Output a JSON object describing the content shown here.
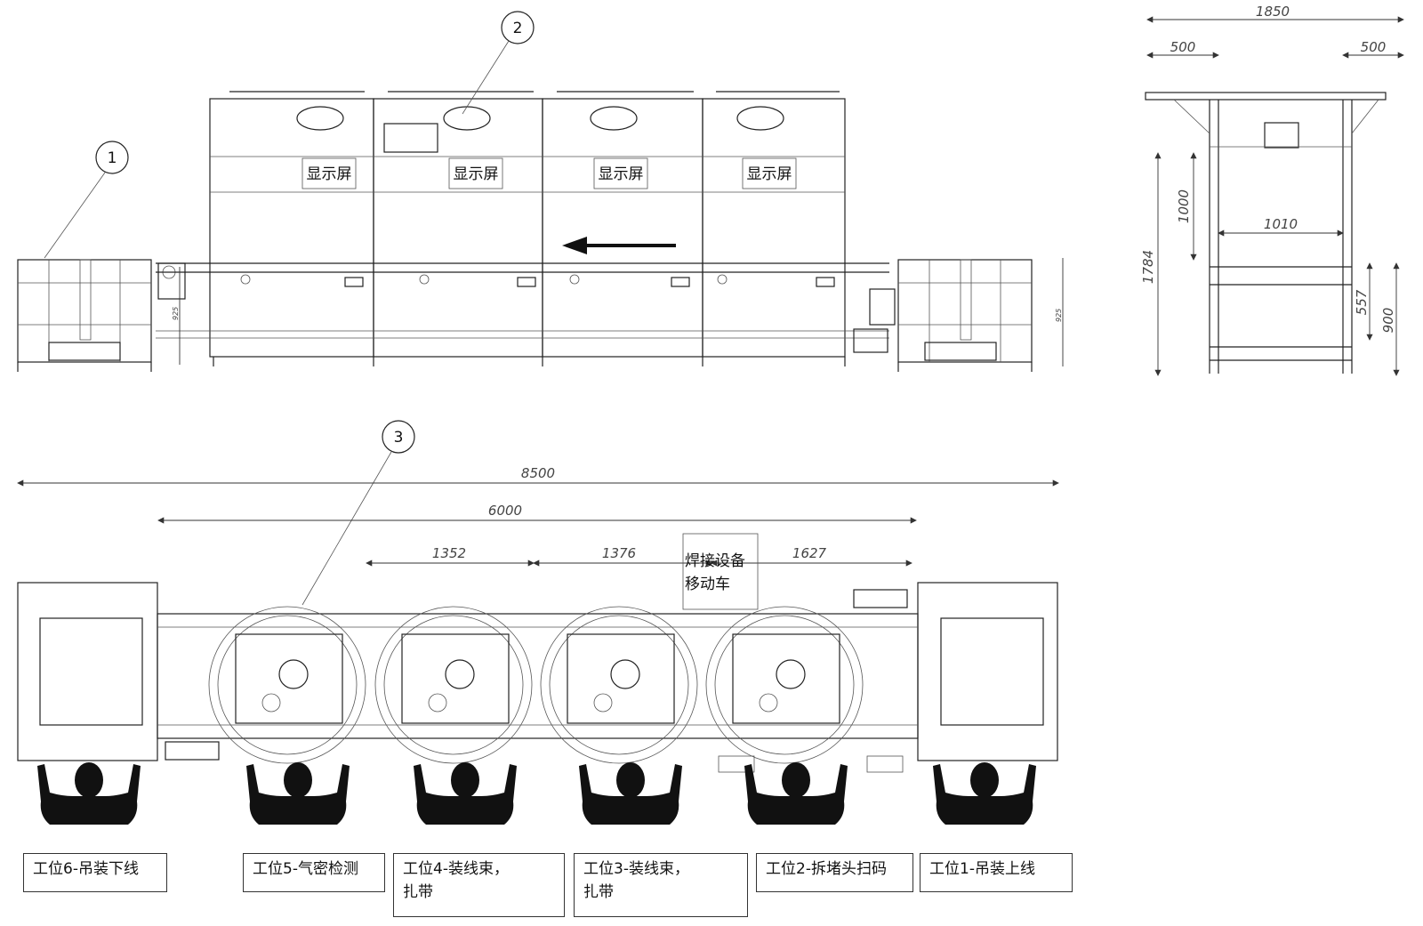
{
  "callouts": [
    "1",
    "2",
    "3"
  ],
  "screen_label": "显示屏",
  "front_view_dims": {
    "small_height": "925",
    "right_height": "925"
  },
  "side_view_dims": {
    "overall_width": "1850",
    "left_offset": "500",
    "right_offset": "500",
    "inner_width": "1010",
    "overall_height": "1784",
    "upper_height": "1000",
    "table_height": "900",
    "shelf_height": "557"
  },
  "plan_dims": {
    "overall_length": "8500",
    "conveyor_length": "6000",
    "pitch_1": "1352",
    "pitch_2": "1376",
    "pitch_3": "1627"
  },
  "welding_cart_label_line1": "焊接设备",
  "welding_cart_label_line2": "移动车",
  "stations": [
    {
      "line1": "工位6-吊装下线",
      "line2": ""
    },
    {
      "line1": "工位5-气密检测",
      "line2": ""
    },
    {
      "line1": "工位4-装线束，",
      "line2": "扎带"
    },
    {
      "line1": "工位3-装线束，",
      "line2": "扎带"
    },
    {
      "line1": "工位2-拆堵头扫码",
      "line2": ""
    },
    {
      "line1": "工位1-吊装上线",
      "line2": ""
    }
  ]
}
